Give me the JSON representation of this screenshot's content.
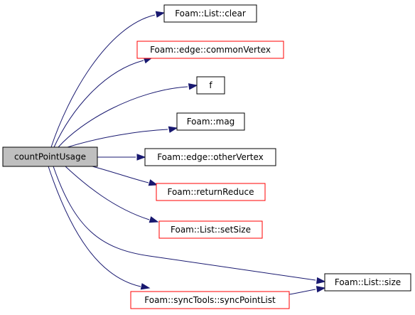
{
  "graph": {
    "colors": {
      "edge": "#191970",
      "root_fill": "#bfbfbf",
      "root_border": "#000000",
      "documented_border": "#000000",
      "undocumented_border": "#ff0000",
      "node_fill": "#ffffff"
    },
    "root": {
      "id": "root",
      "label": "countPointUsage"
    },
    "nodes": [
      {
        "id": "clear",
        "label": "Foam::List::clear",
        "style": "documented"
      },
      {
        "id": "commonVertex",
        "label": "Foam::edge::commonVertex",
        "style": "undocumented"
      },
      {
        "id": "f",
        "label": "f",
        "style": "documented"
      },
      {
        "id": "mag",
        "label": "Foam::mag",
        "style": "documented"
      },
      {
        "id": "otherVertex",
        "label": "Foam::edge::otherVertex",
        "style": "documented"
      },
      {
        "id": "returnReduce",
        "label": "Foam::returnReduce",
        "style": "undocumented"
      },
      {
        "id": "setSize",
        "label": "Foam::List::setSize",
        "style": "undocumented"
      },
      {
        "id": "size",
        "label": "Foam::List::size",
        "style": "documented"
      },
      {
        "id": "syncPointList",
        "label": "Foam::syncTools::syncPointList",
        "style": "undocumented"
      }
    ],
    "edges": [
      {
        "from": "root",
        "to": "clear"
      },
      {
        "from": "root",
        "to": "commonVertex"
      },
      {
        "from": "root",
        "to": "f"
      },
      {
        "from": "root",
        "to": "mag"
      },
      {
        "from": "root",
        "to": "otherVertex"
      },
      {
        "from": "root",
        "to": "returnReduce"
      },
      {
        "from": "root",
        "to": "setSize"
      },
      {
        "from": "root",
        "to": "size"
      },
      {
        "from": "root",
        "to": "syncPointList"
      },
      {
        "from": "syncPointList",
        "to": "size"
      }
    ]
  }
}
